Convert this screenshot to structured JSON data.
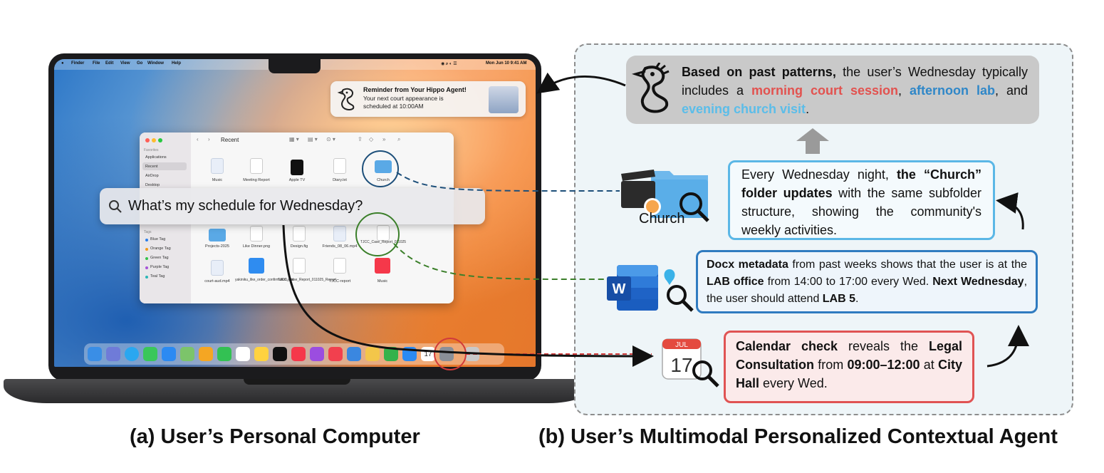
{
  "menubar": {
    "items": [
      "Finder",
      "File",
      "Edit",
      "View",
      "Go",
      "Window",
      "Help"
    ],
    "datetime": "Mon Jun 10  9:41 AM"
  },
  "notification": {
    "title": "Reminder from Your Hippo Agent!",
    "body": "Your next court appearance is scheduled at 10:00AM"
  },
  "finder": {
    "title": "Recent",
    "sidebar": {
      "favorites_header": "Favorites",
      "items": [
        "Applications",
        "Recent",
        "AirDrop",
        "Desktop"
      ],
      "tags_header": "Tags",
      "tags": [
        "Blue Tag",
        "Orange Tag",
        "Green Tag",
        "Purple Tag",
        "Teal Tag"
      ]
    },
    "row1": [
      "Music",
      "Meeting Report",
      "Apple TV",
      "Diary.txt",
      "Church"
    ],
    "row2": [
      "Projects-2025",
      "Like Dinner.png",
      "Design.fig",
      "Friends_08_06.mp4",
      "TJCC_Case_Report_011025"
    ],
    "row3": [
      "court-aud.mp4",
      "yakiniku_like_order_confirmation.eml",
      "TJCC_Case_Report_011025_Report",
      "TJCC-report",
      "Music"
    ]
  },
  "search": {
    "query": "What’s my schedule for Wednesday?"
  },
  "dock": {
    "calendar_day": "17"
  },
  "agent": {
    "top_box": {
      "lead": "Based on past patterns,",
      "text1": " the user’s Wednesday typically includes a ",
      "morning": "morning court session",
      "sep1": ", ",
      "afternoon": "afternoon lab",
      "sep2": ", and ",
      "evening": "evening church visit",
      "end": "."
    },
    "church_box": {
      "t1": "Every Wednesday night, ",
      "b1": "the “Church” folder updates",
      "t2": " with the same subfolder structure, showing the community's weekly activities."
    },
    "church_label": "Church",
    "docx_box": {
      "b1": "Docx metadata",
      "t1": " from past weeks shows that the user is at the ",
      "b2": "LAB office",
      "t2": " from 14:00 to 17:00 every Wed. ",
      "b3": "Next Wednesday",
      "t3": ", the user should attend ",
      "b4": "LAB 5",
      "t4": "."
    },
    "calendar_box": {
      "b1": "Calendar check",
      "t1": " reveals the ",
      "b2": "Legal Consultation",
      "t2": " from ",
      "b3": "09:00–12:00",
      "t3": " at ",
      "b4": "City Hall",
      "t4": " every Wed."
    },
    "calendar_icon": {
      "month": "JUL",
      "day": "17"
    },
    "word_letter": "W"
  },
  "captions": {
    "left": "(a) User’s Personal Computer",
    "right": "(b) User’s Multimodal Personalized Contextual Agent"
  },
  "colors": {
    "red": "#e2524f",
    "blue_dark": "#2f7bc0",
    "blue_light": "#5bb7e6",
    "gray_box": "#c9c9c9"
  }
}
